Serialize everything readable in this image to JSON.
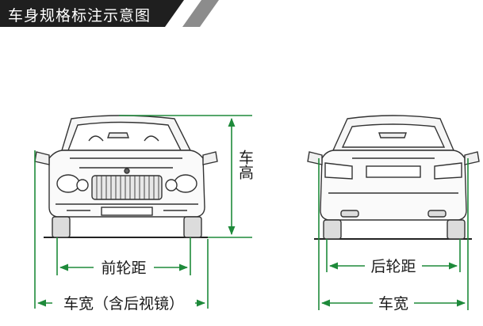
{
  "header": {
    "title": "车身规格标注示意图",
    "bar_color": "#1f1f1f",
    "stripe_color": "#8c8c8c"
  },
  "labels": {
    "height": "车高",
    "front_track": "前轮距",
    "width_with_mirrors": "车宽（含后视镜）",
    "rear_track": "后轮距",
    "width": "车宽"
  },
  "colors": {
    "dimension_line": "#1e8a3a",
    "car_outline": "#333333",
    "background": "#ffffff"
  },
  "icons": {
    "front_view": "car-front-view",
    "rear_view": "car-rear-view"
  }
}
